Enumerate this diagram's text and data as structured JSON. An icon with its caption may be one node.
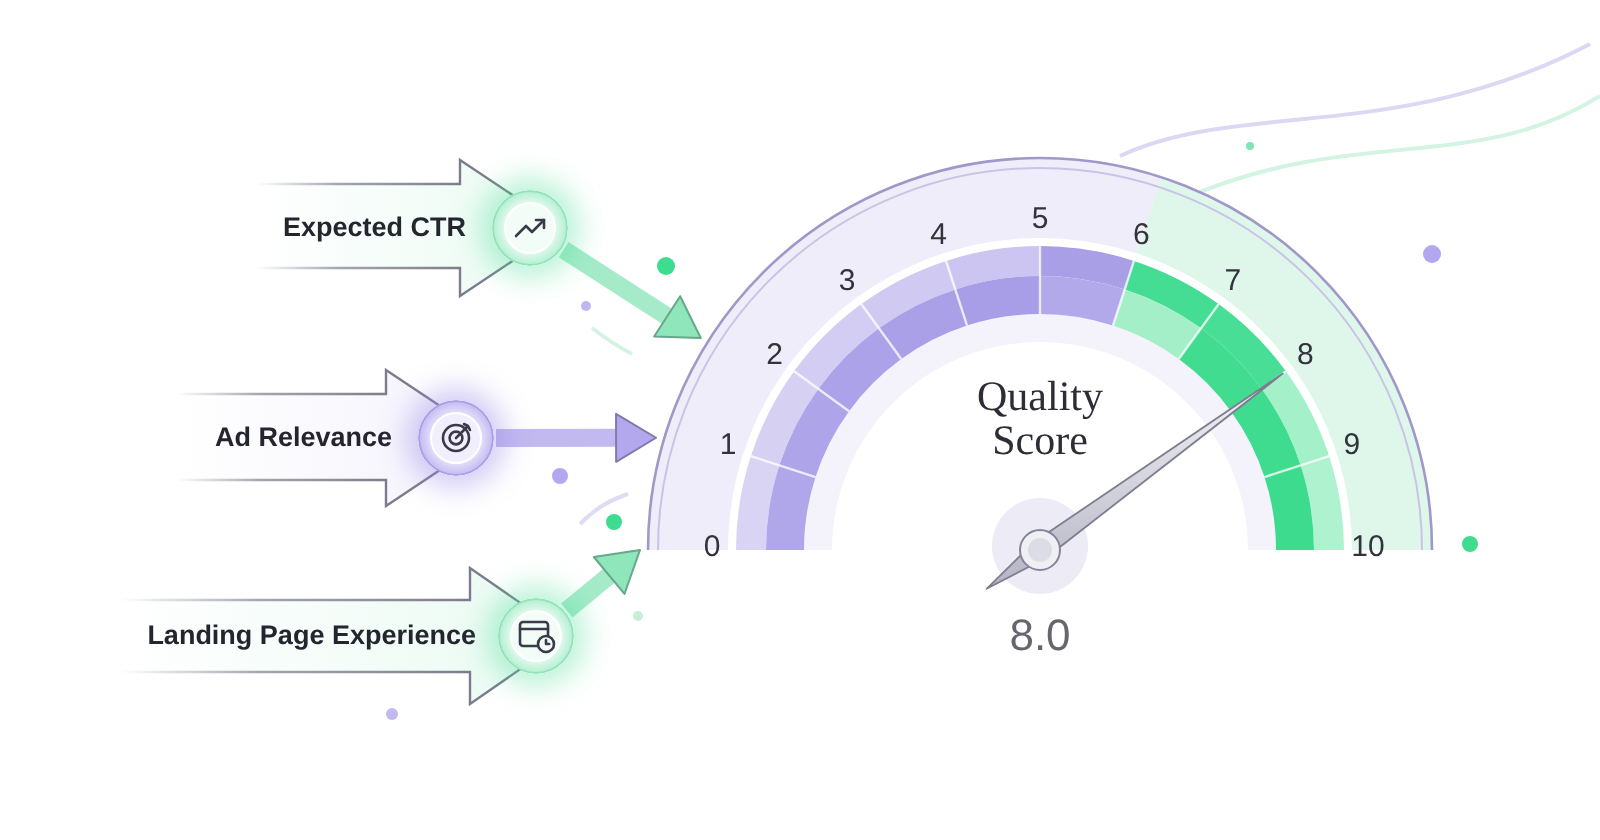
{
  "diagram": {
    "nodes": [
      {
        "text": [
          "Expected CTR"
        ]
      },
      {
        "text": [
          "Ad Relevance"
        ]
      },
      {
        "text": [
          "Landing Page Experience"
        ]
      },
      {
        "text": [
          "Quality Score"
        ],
        "beside": [
          "8.0"
        ]
      }
    ],
    "edges": [
      {
        "from": 0,
        "to": 3,
        "arrow": "to"
      },
      {
        "from": 1,
        "to": 3,
        "arrow": "to",
        "color": "#b3a8ee"
      },
      {
        "from": 2,
        "to": 3,
        "arrow": "to"
      }
    ],
    "labels": [
      "0",
      "1",
      "2",
      "3",
      "4",
      "5",
      "6",
      "7",
      "8",
      "9",
      "10"
    ]
  }
}
